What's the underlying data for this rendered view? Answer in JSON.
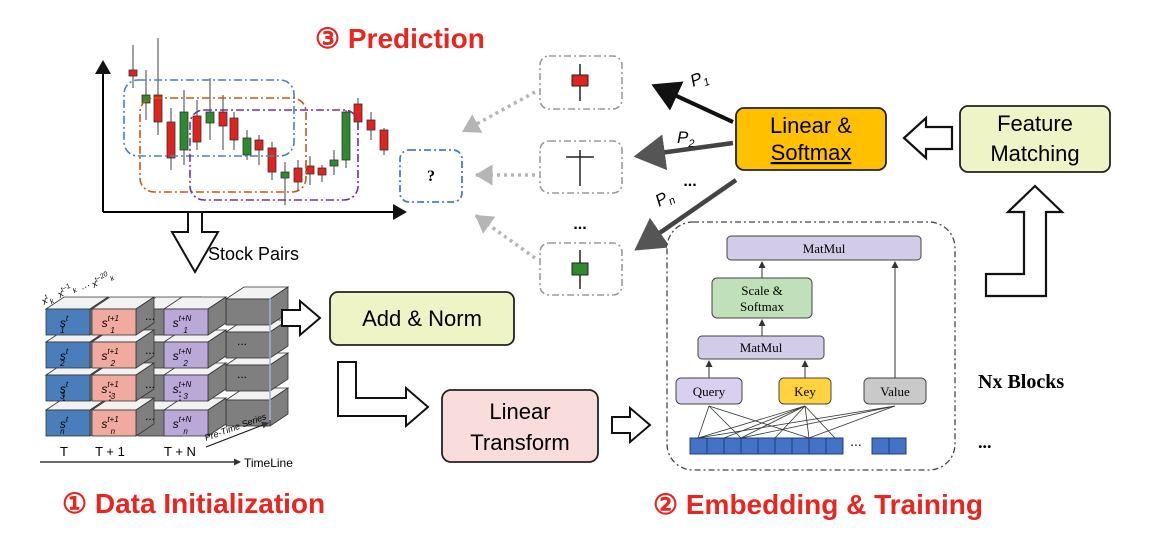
{
  "titles": {
    "prediction": "③ Prediction",
    "data_init": "① Data Initialization",
    "embedding": "② Embedding & Training"
  },
  "labels": {
    "stock_pairs": "Stock Pairs",
    "question": "?",
    "add_norm": "Add & Norm",
    "linear_transform_1": "Linear",
    "linear_transform_2": "Transform",
    "linear_softmax_1": "Linear &",
    "linear_softmax_2": "Softmax",
    "feature_matching_1": "Feature",
    "feature_matching_2": "Matching",
    "matmul_top": "MatMul",
    "scale_softmax_1": "Scale &",
    "scale_softmax_2": "Softmax",
    "matmul_mid": "MatMul",
    "query": "Query",
    "key": "Key",
    "value": "Value",
    "nx_blocks": "Nx Blocks",
    "ellipsis": "...",
    "ellipsis_dots": "···",
    "p1": "P",
    "p1_sub": "1",
    "p2": "P",
    "p2_sub": "2",
    "pn": "P",
    "pn_sub": "n",
    "timeline": "TimeLine",
    "pre_time_series": "Pre-Time Series",
    "col_t": "T",
    "col_t1": "T + 1",
    "col_tn": "T + N",
    "cube_ellipsis": "..."
  },
  "colors": {
    "red_title": "#e8251f",
    "yellow_box": "#ffc000",
    "green_box": "#eef4c6",
    "pink_box": "#f9dcdc",
    "lavender": "#d2cce8",
    "blue_cube": "#4a7ebb",
    "candle_red": "#e0231d",
    "candle_green": "#2f8a2f"
  }
}
